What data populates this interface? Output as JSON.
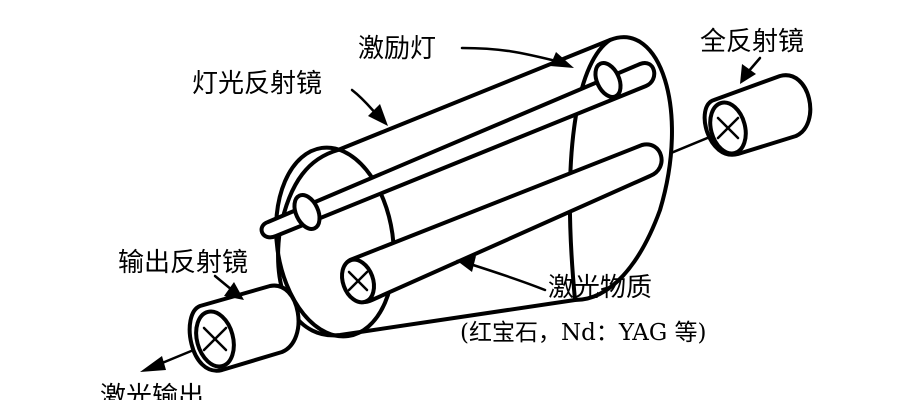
{
  "labels": {
    "flash_lamp": "激励灯",
    "full_mirror": "全反射镜",
    "lamp_reflector": "灯光反射镜",
    "output_mirror": "输出反射镜",
    "laser_medium": "激光物质",
    "laser_medium_note": "(红宝石，Nd：YAG 等)",
    "laser_output": "激光输出"
  }
}
